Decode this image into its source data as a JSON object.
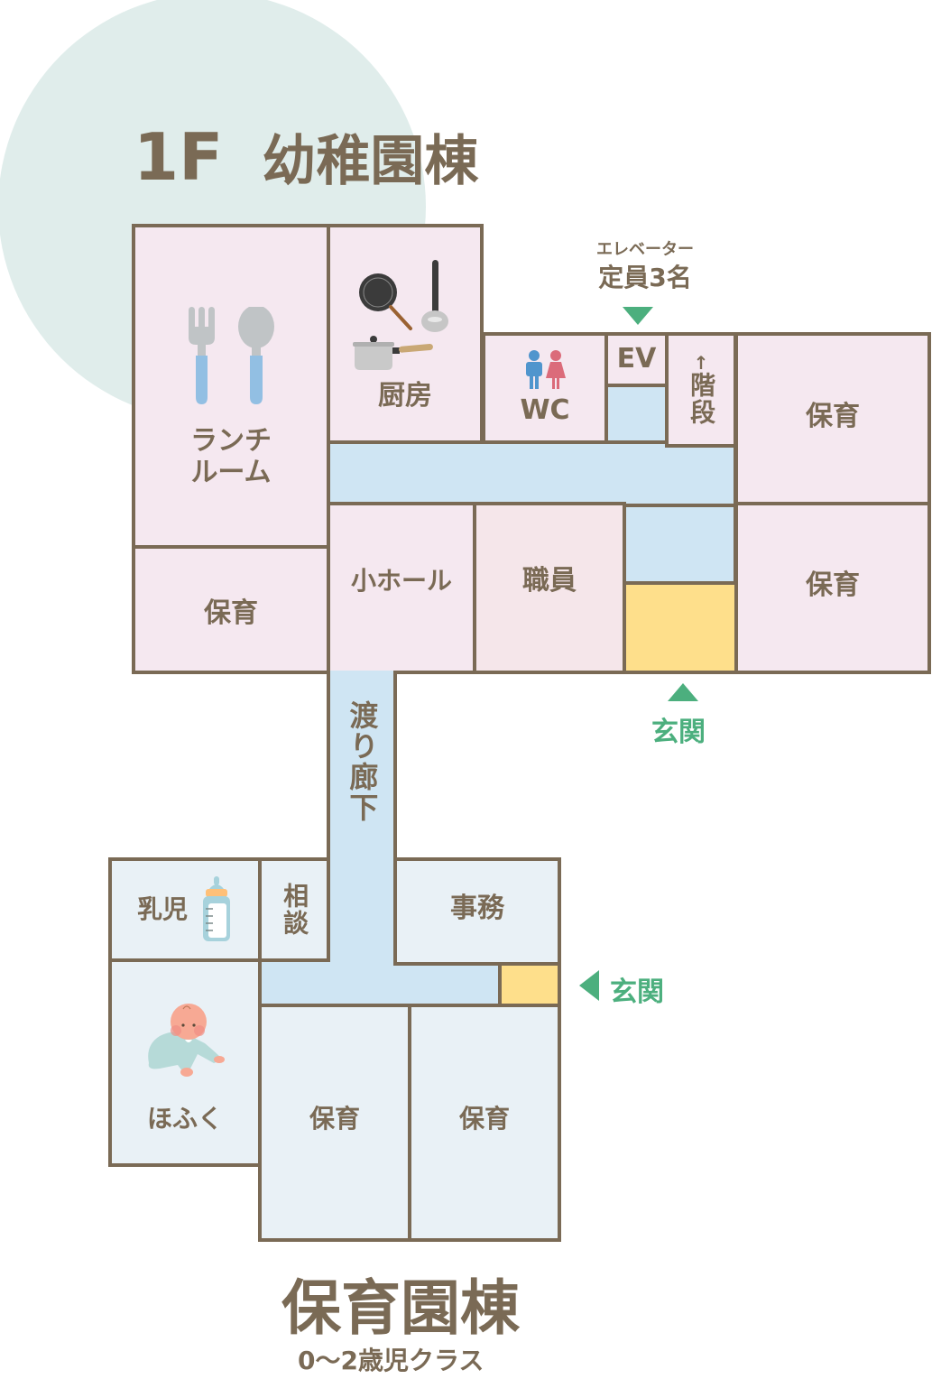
{
  "header": {
    "floor": "1F",
    "building_name": "幼稚園棟"
  },
  "kindergarten": {
    "rooms": {
      "lunch_room": "ランチ\nルーム",
      "lunch_room_line1": "ランチ",
      "lunch_room_line2": "ルーム",
      "kitchen": "厨房",
      "wc": "WC",
      "ev": "EV",
      "stairs": "階段",
      "stairs_arrow": "↑",
      "childcare_top_right": "保育",
      "childcare_mid_right": "保育",
      "childcare_left": "保育",
      "small_hall": "小ホール",
      "staff": "職員"
    },
    "elevator_note": {
      "line1": "エレベーター",
      "line2": "定員3名"
    },
    "entrance_label": "玄関",
    "corridor_label": "渡り廊下"
  },
  "nursery": {
    "rooms": {
      "infant": "乳児",
      "consult": "相談",
      "office": "事務",
      "nursing": "ほふく",
      "childcare_1": "保育",
      "childcare_2": "保育"
    },
    "entrance_label": "玄関",
    "building_name": "保育園棟",
    "subtitle": "0〜2歳児クラス"
  },
  "colors": {
    "wall": "#7a6a55",
    "kindergarten_room": "#f5e8f0",
    "nursery_room": "#e9f1f6",
    "corridor": "#cfe5f3",
    "entrance": "#fedf8b",
    "accent_green": "#4caf7e",
    "background_circle": "#e0edeb"
  }
}
